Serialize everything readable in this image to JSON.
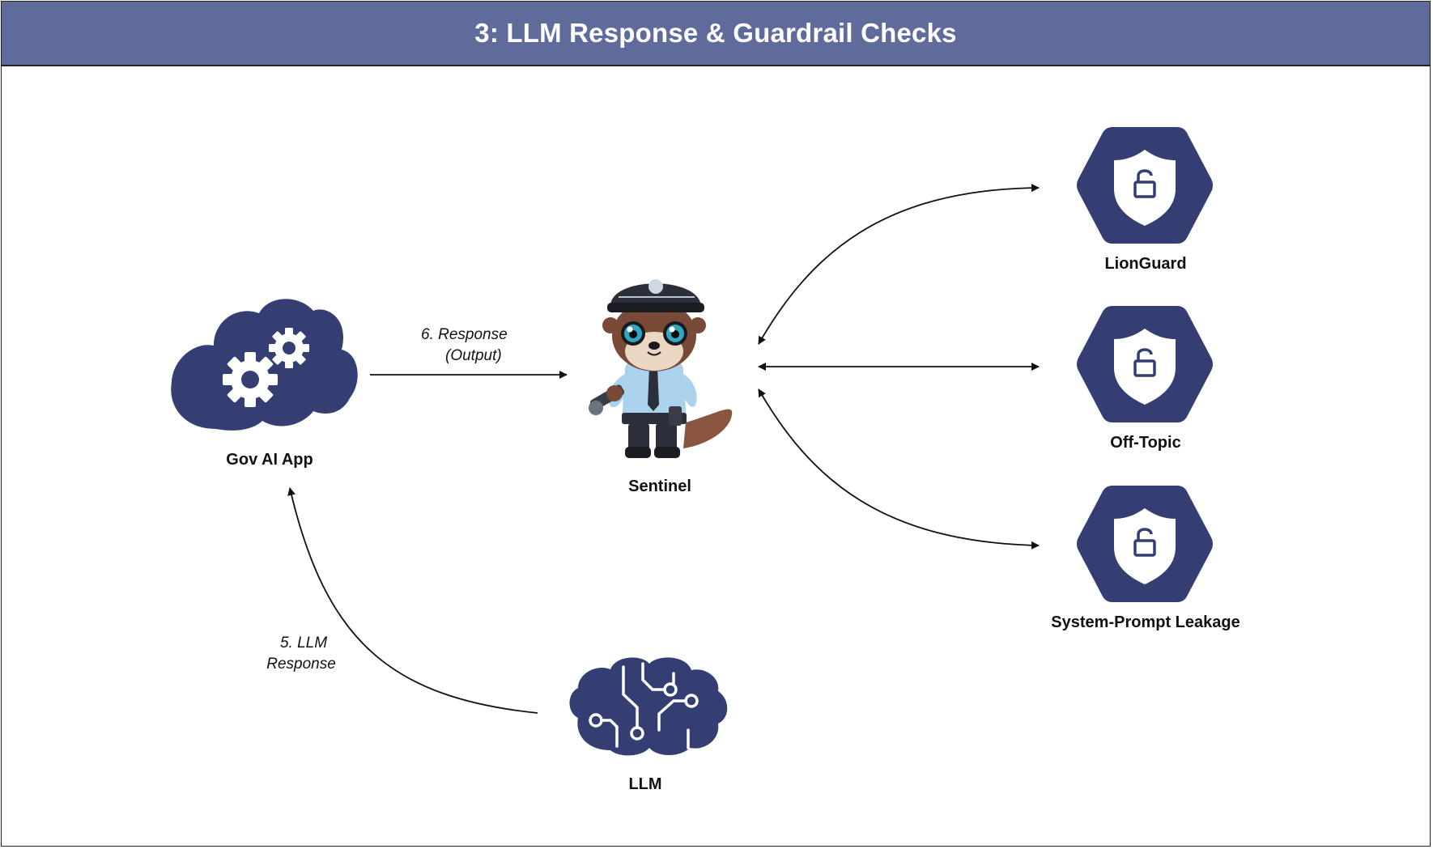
{
  "title": "3: LLM Response & Guardrail Checks",
  "nodes": {
    "gov_app": {
      "label": "Gov AI App",
      "icon": "cloud-gears-icon"
    },
    "sentinel": {
      "label": "Sentinel",
      "icon": "otter-police-mascot"
    },
    "llm": {
      "label": "LLM",
      "icon": "brain-circuit-icon"
    },
    "guardrails": [
      {
        "label": "LionGuard",
        "icon": "shield-lock-hexagon-icon"
      },
      {
        "label": "Off-Topic",
        "icon": "shield-lock-hexagon-icon"
      },
      {
        "label": "System-Prompt Leakage",
        "icon": "shield-lock-hexagon-icon"
      }
    ]
  },
  "edges": {
    "response_output": {
      "line1": "6. Response",
      "line2": "(Output)"
    },
    "llm_response": {
      "line1": "5. LLM",
      "line2": "Response"
    }
  },
  "colors": {
    "header_bg": "#5f6b9b",
    "icon_navy": "#353e72",
    "text": "#111111"
  }
}
